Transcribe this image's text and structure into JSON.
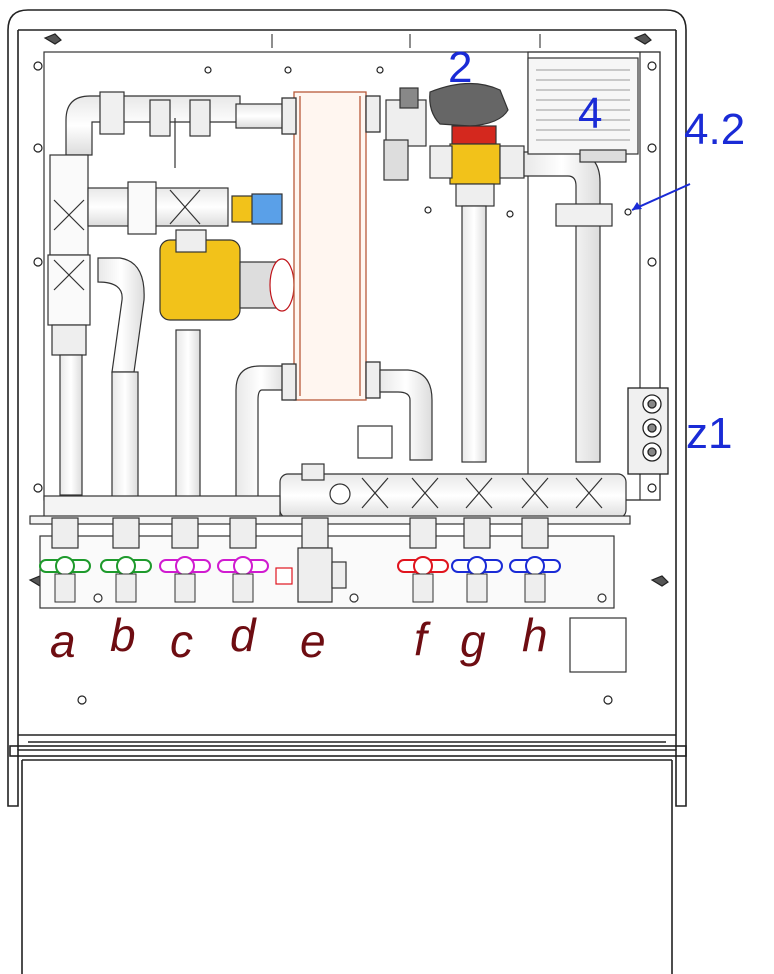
{
  "callouts": {
    "c2": "2",
    "c4": "4",
    "c42": "4.2",
    "z1": "z1"
  },
  "connections": {
    "a": "a",
    "b": "b",
    "c": "c",
    "d": "d",
    "e": "e",
    "f": "f",
    "g": "g",
    "h": "h"
  },
  "colors": {
    "callout_text": "#1a2bd6",
    "connection_text": "#6e0d12",
    "valve_green": "#1e9a2c",
    "valve_magenta": "#d01bd0",
    "valve_red": "#e0141e",
    "valve_blue": "#1a2bd6",
    "pump_yellow": "#f2c21a",
    "heat_exchanger": "#e8a88a"
  }
}
